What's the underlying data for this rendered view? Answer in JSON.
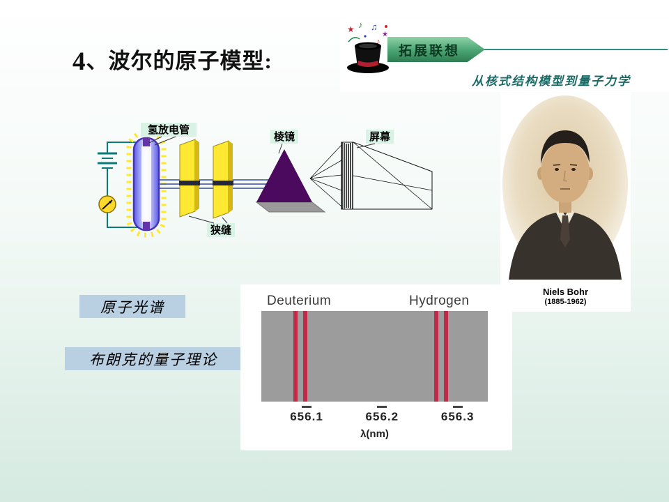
{
  "title": {
    "number": "4",
    "text": "、波尔的原子模型:"
  },
  "banner": {
    "label": "拓展联想",
    "subtitle": "从核式结构模型到量子力学"
  },
  "apparatus": {
    "tube_label": "氢放电管",
    "slit_label": "狭缝",
    "prism_label": "棱镜",
    "screen_label": "屏幕"
  },
  "portrait": {
    "name": "Niels Bohr",
    "years": "(1885-1962)"
  },
  "tags": [
    {
      "label": "原子光谱"
    },
    {
      "label": "布朗克的量子理论"
    }
  ],
  "chart_data": {
    "type": "spectrum",
    "series_labels": [
      "Deuterium",
      "Hydrogen"
    ],
    "xlabel": "λ(nm)",
    "x_range": [
      656.04,
      656.34
    ],
    "x_ticks": [
      {
        "value": 656.1,
        "label": "656.1"
      },
      {
        "value": 656.2,
        "label": "656.2"
      },
      {
        "value": 656.3,
        "label": "656.3"
      }
    ],
    "lines": [
      {
        "series": "Deuterium",
        "wavelength": 656.085
      },
      {
        "series": "Deuterium",
        "wavelength": 656.098
      },
      {
        "series": "Hydrogen",
        "wavelength": 656.272
      },
      {
        "series": "Hydrogen",
        "wavelength": 656.285
      }
    ],
    "line_color": "#c22a4a",
    "strip_background": "#9c9c9c"
  },
  "colors": {
    "ribbon_green": "#49a372",
    "banner_line_teal": "#2f8f84",
    "tag_background": "#b9cfe2",
    "spectrum_line_red": "#c22a4a",
    "prism_purple": "#4b0a5e",
    "slit_yellow": "#ffe832",
    "tube_blue": "#5a5ae8",
    "glow_yellow": "#ffe92a"
  }
}
